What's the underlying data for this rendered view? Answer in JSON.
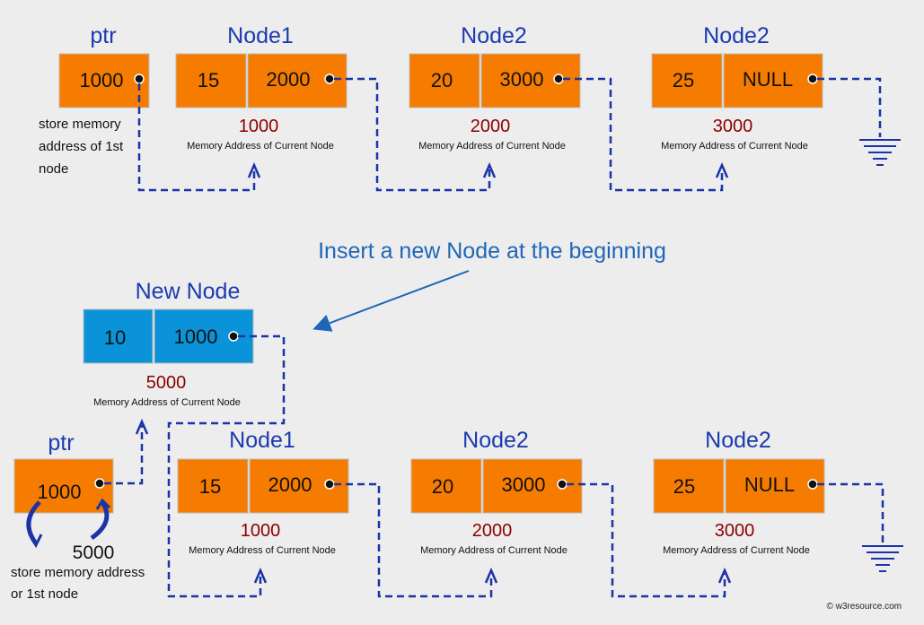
{
  "top": {
    "ptr": {
      "title": "ptr",
      "value": "1000",
      "note": [
        "store memory",
        "address of 1st",
        "node"
      ]
    },
    "nodes": [
      {
        "title": "Node1",
        "data": "15",
        "next": "2000",
        "address": "1000",
        "caption": "Memory Address of Current Node"
      },
      {
        "title": "Node2",
        "data": "20",
        "next": "3000",
        "address": "2000",
        "caption": "Memory Address of Current Node"
      },
      {
        "title": "Node2",
        "data": "25",
        "next": "NULL",
        "address": "3000",
        "caption": "Memory Address of Current Node"
      }
    ]
  },
  "heading": "Insert a new Node at the beginning",
  "new_node": {
    "title": "New Node",
    "data": "10",
    "next": "1000",
    "address": "5000",
    "caption": "Memory Address of Current Node"
  },
  "bottom": {
    "ptr": {
      "title": "ptr",
      "value": "1000",
      "new_value": "5000",
      "note": [
        "store memory address",
        "or 1st node"
      ]
    },
    "nodes": [
      {
        "title": "Node1",
        "data": "15",
        "next": "2000",
        "address": "1000",
        "caption": "Memory Address of Current Node"
      },
      {
        "title": "Node2",
        "data": "20",
        "next": "3000",
        "address": "2000",
        "caption": "Memory Address of Current Node"
      },
      {
        "title": "Node2",
        "data": "25",
        "next": "NULL",
        "address": "3000",
        "caption": "Memory Address of Current Node"
      }
    ]
  },
  "watermark": "© w3resource.com",
  "colors": {
    "node_fill": "#f57c00",
    "new_node_fill": "#0a93d8",
    "link": "#1a34a8",
    "address": "#8b0000",
    "title": "#1b3ab0"
  }
}
